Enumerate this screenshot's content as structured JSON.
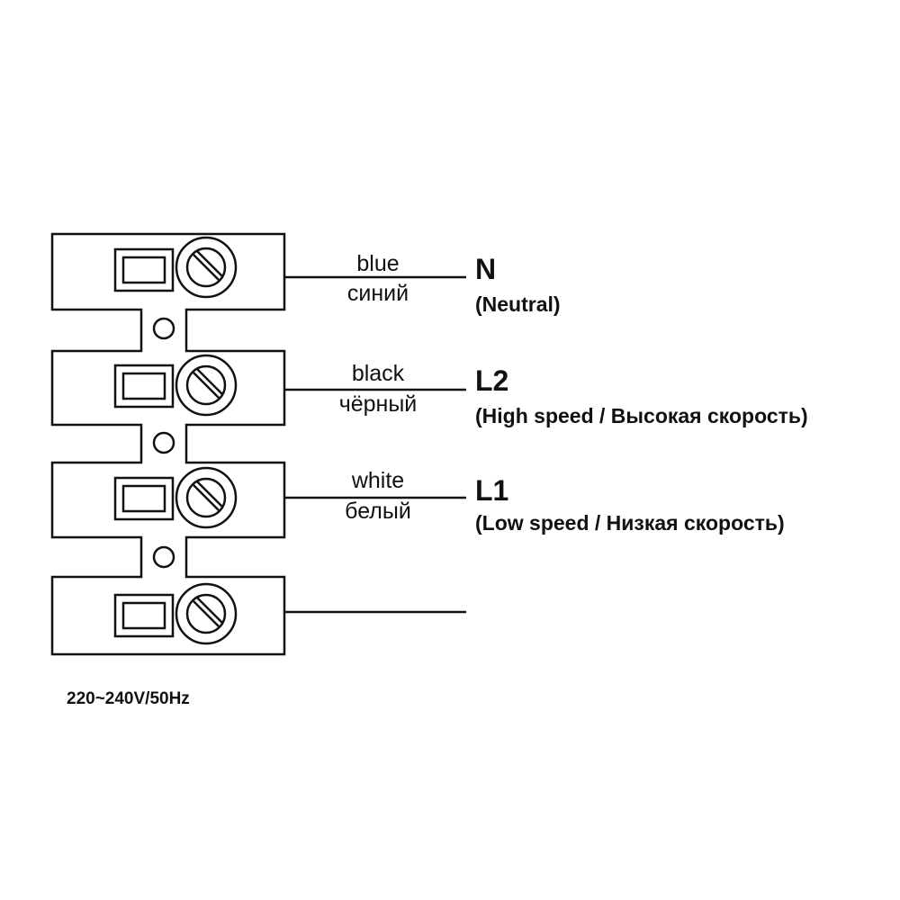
{
  "wires": [
    {
      "color_en": "blue",
      "color_ru": "синий",
      "terminal": "N",
      "description": "(Neutral)"
    },
    {
      "color_en": "black",
      "color_ru": "чёрный",
      "terminal": "L2",
      "description": "(High speed / Высокая скорость)"
    },
    {
      "color_en": "white",
      "color_ru": "белый",
      "terminal": "L1",
      "description": "(Low speed / Низкая скорость)"
    }
  ],
  "voltage": "220~240V/50Hz",
  "colors": {
    "ink": "#111111",
    "background": "#ffffff"
  }
}
